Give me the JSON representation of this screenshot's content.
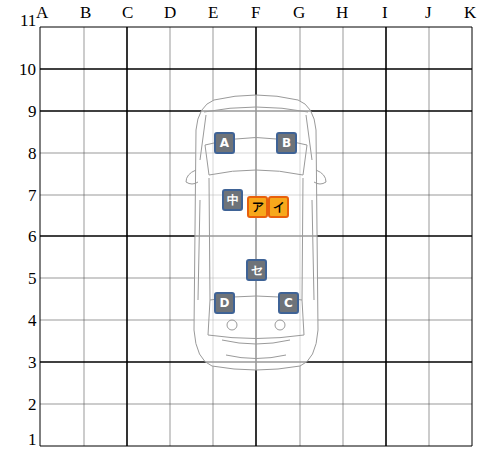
{
  "diagram": {
    "nodes": [
      {
        "text": [
          "A"
        ]
      },
      {
        "text": [
          "B"
        ]
      },
      {
        "text": [
          "中"
        ]
      },
      {
        "text": [
          "ア"
        ]
      },
      {
        "text": [
          "イ"
        ]
      },
      {
        "text": [
          "セ"
        ]
      },
      {
        "text": [
          "D"
        ]
      },
      {
        "text": [
          "C"
        ]
      }
    ],
    "labels": [
      "A",
      "B",
      "C",
      "D",
      "E",
      "F",
      "G",
      "H",
      "I",
      "J",
      "K",
      "11",
      "10",
      "9",
      "8",
      "7",
      "6",
      "5",
      "4",
      "3",
      "2",
      "1"
    ]
  }
}
